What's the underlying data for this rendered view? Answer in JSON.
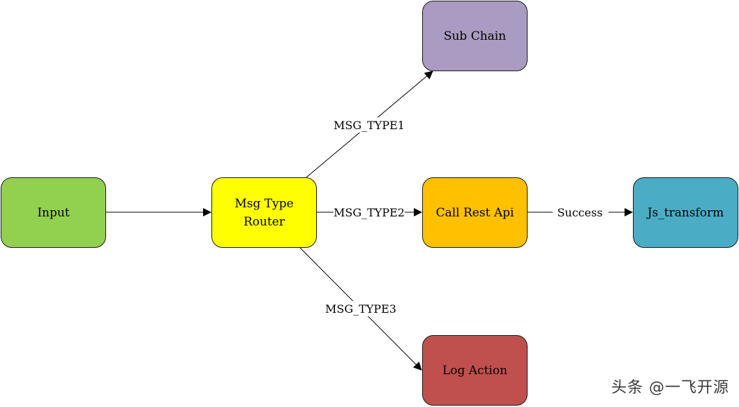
{
  "nodes": {
    "input": {
      "label": "Input",
      "color": "#92D050"
    },
    "router": {
      "label": "Msg Type\nRouter",
      "color": "#FFFF00"
    },
    "sub": {
      "label": "Sub Chain",
      "color": "#A99BC1"
    },
    "rest": {
      "label": "Call Rest Api",
      "color": "#FFC000"
    },
    "js": {
      "label": "Js_transform",
      "color": "#4BACC6"
    },
    "log": {
      "label": "Log Action",
      "color": "#C0504D"
    }
  },
  "edges": {
    "type1": {
      "label": "MSG_TYPE1"
    },
    "type2": {
      "label": "MSG_TYPE2"
    },
    "type3": {
      "label": "MSG_TYPE3"
    },
    "success": {
      "label": "Success"
    }
  },
  "watermark": {
    "text": "头条 @一飞开源"
  }
}
